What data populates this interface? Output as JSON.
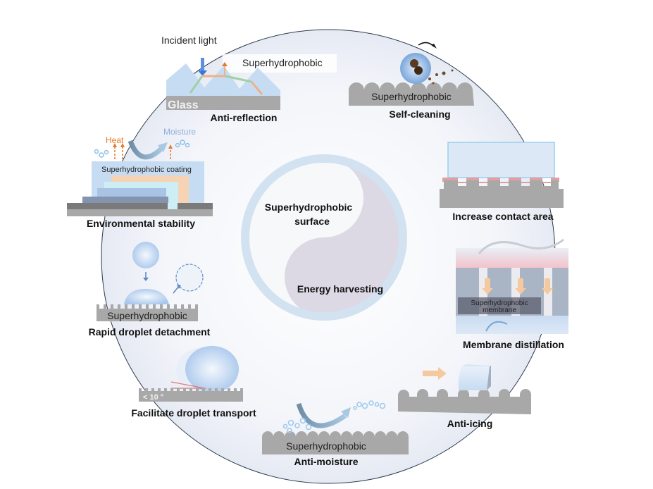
{
  "center": {
    "line1": "Superhydrophobic",
    "line2": "surface",
    "bottom": "Energy harvesting"
  },
  "panels": {
    "anti_reflection": {
      "title": "Anti-reflection",
      "incident": "Incident light",
      "layer": "Superhydrophobic",
      "substrate": "Glass"
    },
    "self_cleaning": {
      "title": "Self-cleaning",
      "layer": "Superhydrophobic"
    },
    "environmental_stability": {
      "title": "Environmental stability",
      "heat": "Heat",
      "moisture": "Moisture",
      "coating": "Superhydrophobic  coating"
    },
    "increase_contact_area": {
      "title": "Increase contact area"
    },
    "membrane_distillation": {
      "title": "Membrane distillation",
      "membrane_line1": "Superhydrophobic",
      "membrane_line2": "membrane"
    },
    "rapid_droplet_detachment": {
      "title": "Rapid droplet detachment",
      "layer": "Superhydrophobic"
    },
    "facilitate_droplet_transport": {
      "title": "Facilitate droplet transport",
      "angle": "< 10 °"
    },
    "anti_moisture": {
      "title": "Anti-moisture",
      "layer": "Superhydrophobic"
    },
    "anti_icing": {
      "title": "Anti-icing"
    }
  },
  "colors": {
    "ring": "#d2e2f0",
    "yin_light": "#f6f8f9",
    "yin_dark": "#dcd8e4",
    "substrate": "#a8a8a8",
    "coating": "#c6dcf2",
    "heat": "#e8782a",
    "moisture": "#8fb0dc",
    "contact_layer": "#e0a0a2",
    "arrow_orange": "#f5c9a0"
  }
}
